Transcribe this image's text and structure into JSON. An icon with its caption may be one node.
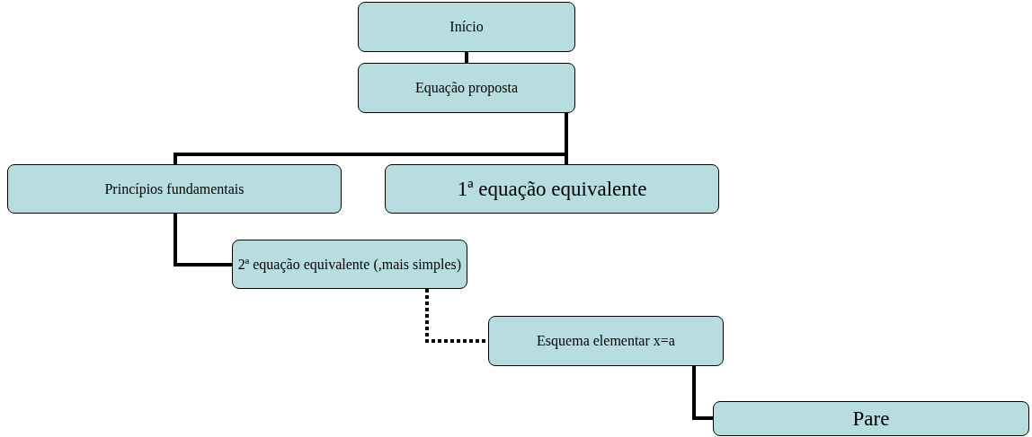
{
  "diagram": {
    "nodes": [
      {
        "text": [
          "Início"
        ]
      },
      {
        "text": [
          "Equação proposta"
        ]
      },
      {
        "text": [
          "Princípios fundamentais"
        ]
      },
      {
        "text": [
          "1ª equação equivalente"
        ]
      },
      {
        "text": [
          "2ª equação equivalente (,mais simples)"
        ]
      },
      {
        "text": [
          "Esquema elementar x=a"
        ]
      },
      {
        "text": [
          "Pare"
        ]
      }
    ],
    "edges": [
      {
        "from": 0,
        "to": 1,
        "arrow": "none"
      },
      {
        "from": 1,
        "to": 2,
        "arrow": "none"
      },
      {
        "from": 1,
        "to": 3,
        "arrow": "none"
      },
      {
        "from": 2,
        "to": 4,
        "arrow": "none"
      },
      {
        "from": 4,
        "to": 5,
        "arrow": "none",
        "style": "dashed"
      },
      {
        "from": 5,
        "to": 6,
        "arrow": "none"
      }
    ]
  }
}
